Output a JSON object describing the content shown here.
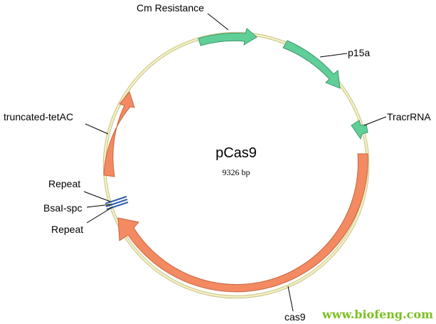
{
  "plasmid": {
    "name": "pCas9",
    "size": "9326 bp"
  },
  "features": {
    "cm_resistance": "Cm Resistance",
    "p15a": "p15a",
    "tracrrna": "TracrRNA",
    "truncated_tetac": "truncated-tetAC",
    "repeat_top": "Repeat",
    "bsai_spc": "BsaI-spc",
    "repeat_bottom": "Repeat",
    "cas9": "cas9"
  },
  "watermark": "www.biofeng.com",
  "colors": {
    "backbone": "#f3f0c4",
    "backbone_stroke": "#c9c48a",
    "green_feature": "#5fcf97",
    "green_stroke": "#3e9a6c",
    "orange_feature": "#f48a62",
    "orange_stroke": "#c46640",
    "repeat_blue": "#2f5fae",
    "watermark_green": "#7cc022"
  }
}
